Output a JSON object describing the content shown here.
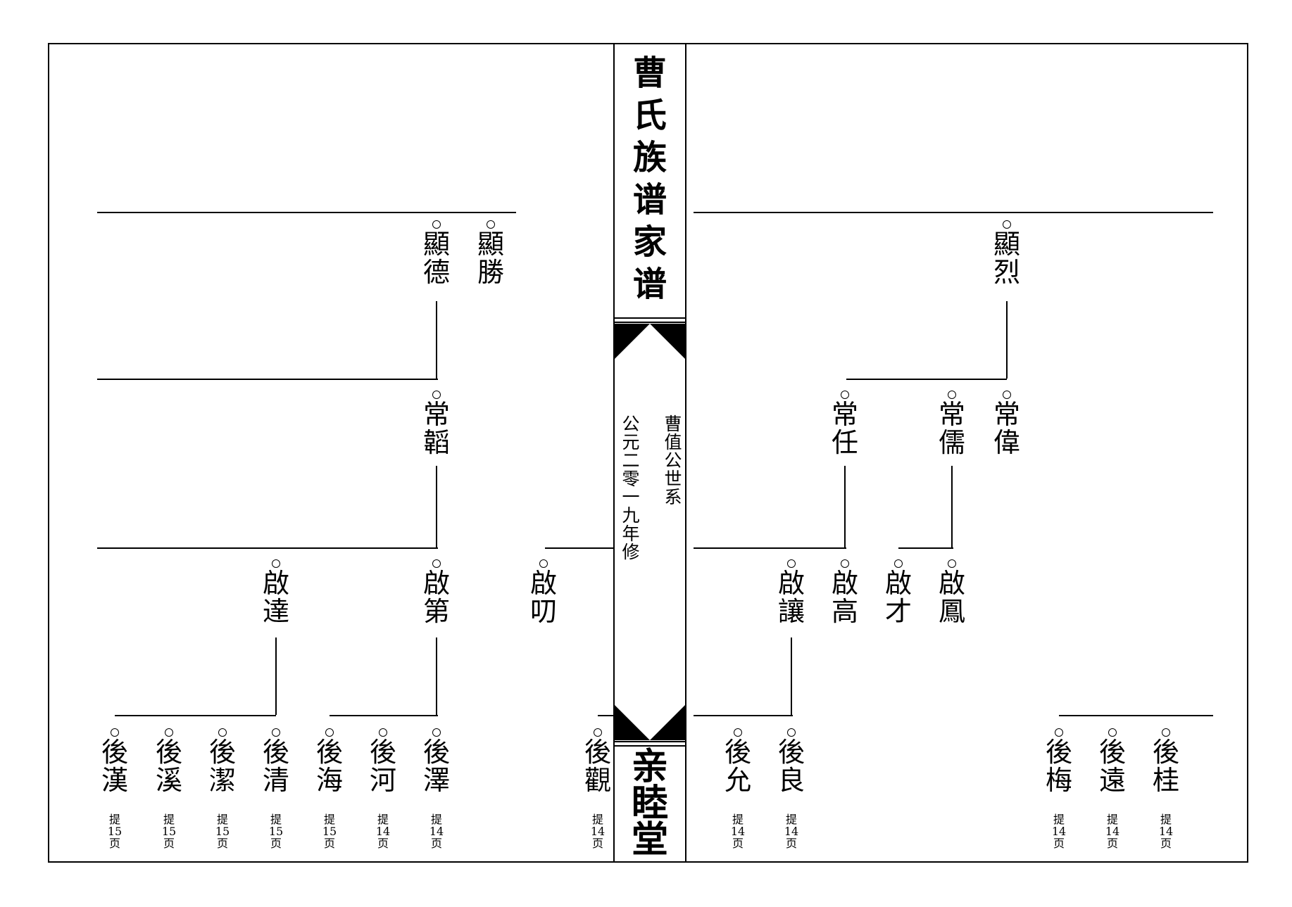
{
  "spine": {
    "title": [
      "曹",
      "氏",
      "族",
      "谱",
      "家",
      "谱"
    ],
    "subtitle": [
      "曹",
      "值",
      "公",
      "世",
      "系"
    ],
    "date": [
      "公",
      "元",
      "二",
      "零",
      "一",
      "九",
      "年",
      "修"
    ],
    "hall": [
      "亲",
      "睦",
      "堂"
    ]
  },
  "people": [
    {
      "id": "xiande",
      "name": [
        "顯",
        "德"
      ]
    },
    {
      "id": "xiansheng",
      "name": [
        "顯",
        "勝"
      ]
    },
    {
      "id": "xianlie",
      "name": [
        "顯",
        "烈"
      ]
    },
    {
      "id": "changtao",
      "name": [
        "常",
        "韜"
      ]
    },
    {
      "id": "changren",
      "name": [
        "常",
        "任"
      ]
    },
    {
      "id": "changru",
      "name": [
        "常",
        "儒"
      ]
    },
    {
      "id": "changwei",
      "name": [
        "常",
        "偉"
      ]
    },
    {
      "id": "qida",
      "name": [
        "啟",
        "達"
      ]
    },
    {
      "id": "qidi",
      "name": [
        "啟",
        "第"
      ]
    },
    {
      "id": "qidao",
      "name": [
        "啟",
        "叨"
      ]
    },
    {
      "id": "qirang",
      "name": [
        "啟",
        "讓"
      ]
    },
    {
      "id": "qigao",
      "name": [
        "啟",
        "高"
      ]
    },
    {
      "id": "qicai",
      "name": [
        "啟",
        "才"
      ]
    },
    {
      "id": "qifeng",
      "name": [
        "啟",
        "鳳"
      ]
    },
    {
      "id": "houhan",
      "name": [
        "後",
        "漢"
      ]
    },
    {
      "id": "houxi",
      "name": [
        "後",
        "溪"
      ]
    },
    {
      "id": "houjie",
      "name": [
        "後",
        "潔"
      ]
    },
    {
      "id": "houqing",
      "name": [
        "後",
        "清"
      ]
    },
    {
      "id": "houhai",
      "name": [
        "後",
        "海"
      ]
    },
    {
      "id": "houhe",
      "name": [
        "後",
        "河"
      ]
    },
    {
      "id": "houze",
      "name": [
        "後",
        "澤"
      ]
    },
    {
      "id": "houguan",
      "name": [
        "後",
        "觀"
      ]
    },
    {
      "id": "houyun",
      "name": [
        "後",
        "允"
      ]
    },
    {
      "id": "houliang",
      "name": [
        "後",
        "良"
      ]
    },
    {
      "id": "houmei",
      "name": [
        "後",
        "梅"
      ]
    },
    {
      "id": "houyuan",
      "name": [
        "後",
        "遠"
      ]
    },
    {
      "id": "hougui",
      "name": [
        "後",
        "桂"
      ]
    }
  ],
  "page_refs": [
    {
      "of": "houhan",
      "text": [
        "提",
        "15",
        "页"
      ]
    },
    {
      "of": "houxi",
      "text": [
        "提",
        "15",
        "页"
      ]
    },
    {
      "of": "houjie",
      "text": [
        "提",
        "15",
        "页"
      ]
    },
    {
      "of": "houqing",
      "text": [
        "提",
        "15",
        "页"
      ]
    },
    {
      "of": "houhai",
      "text": [
        "提",
        "15",
        "页"
      ]
    },
    {
      "of": "houhe",
      "text": [
        "提",
        "14",
        "页"
      ]
    },
    {
      "of": "houze",
      "text": [
        "提",
        "14",
        "页"
      ]
    },
    {
      "of": "houguan",
      "text": [
        "提",
        "14",
        "页"
      ]
    },
    {
      "of": "houyun",
      "text": [
        "提",
        "14",
        "页"
      ]
    },
    {
      "of": "houliang",
      "text": [
        "提",
        "14",
        "页"
      ]
    },
    {
      "of": "houmei",
      "text": [
        "提",
        "14",
        "页"
      ]
    },
    {
      "of": "houyuan",
      "text": [
        "提",
        "14",
        "页"
      ]
    },
    {
      "of": "hougui",
      "text": [
        "提",
        "14",
        "页"
      ]
    }
  ],
  "colors": {
    "ink": "#000000",
    "paper": "#ffffff"
  }
}
